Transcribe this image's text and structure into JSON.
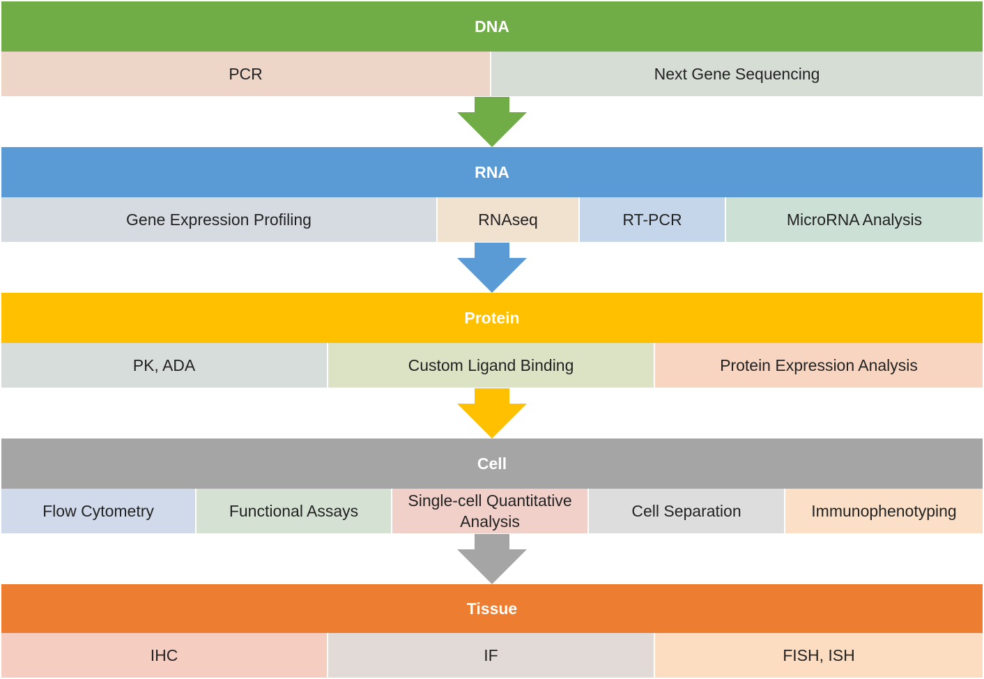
{
  "sections": [
    {
      "title": "DNA",
      "color": "#70AD47",
      "items": [
        {
          "label": "PCR",
          "color": "#EDD6C8"
        },
        {
          "label": "Next Gene Sequencing",
          "color": "#D5DDD4"
        }
      ]
    },
    {
      "title": "RNA",
      "color": "#5B9BD5",
      "items": [
        {
          "label": "Gene Expression Profiling",
          "color": "#D6DBE2"
        },
        {
          "label": "RNAseq",
          "color": "#F1E1CF"
        },
        {
          "label": "RT-PCR",
          "color": "#C6D6EA"
        },
        {
          "label": "MicroRNA Analysis",
          "color": "#CCE0D5"
        }
      ]
    },
    {
      "title": "Protein",
      "color": "#FFC000",
      "items": [
        {
          "label": "PK, ADA",
          "color": "#D6DDDA"
        },
        {
          "label": "Custom Ligand Binding",
          "color": "#DCE3C4"
        },
        {
          "label": "Protein Expression Analysis",
          "color": "#F8D5C0"
        }
      ]
    },
    {
      "title": "Cell",
      "color": "#A5A5A5",
      "items": [
        {
          "label": "Flow Cytometry",
          "color": "#D0DAEA"
        },
        {
          "label": "Functional Assays",
          "color": "#D5E2D3"
        },
        {
          "label": "Single-cell Quantitative Analysis",
          "color": "#F2D0CA"
        },
        {
          "label": "Cell Separation",
          "color": "#DDDDDD"
        },
        {
          "label": "Immunophenotyping",
          "color": "#FBDFC7"
        }
      ]
    },
    {
      "title": "Tissue",
      "color": "#ED7D31",
      "items": [
        {
          "label": "IHC",
          "color": "#F6CEC1"
        },
        {
          "label": "IF",
          "color": "#E2DAD6"
        },
        {
          "label": "FISH, ISH",
          "color": "#FCDDC1"
        }
      ]
    }
  ],
  "arrows": [
    {
      "color": "#70AD47"
    },
    {
      "color": "#5B9BD5"
    },
    {
      "color": "#FFC000"
    },
    {
      "color": "#A5A5A5"
    }
  ]
}
